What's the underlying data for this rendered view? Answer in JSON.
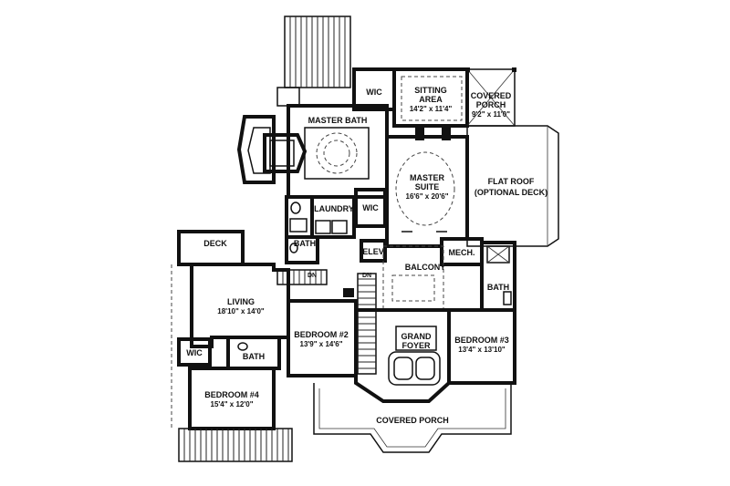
{
  "rooms": {
    "master_bath": {
      "name": "MASTER BATH"
    },
    "wic_top": {
      "name": "WIC"
    },
    "sitting": {
      "name1": "SITTING",
      "name2": "AREA",
      "dim": "14'2\" x 11'4\""
    },
    "covered_porch_top": {
      "name1": "COVERED",
      "name2": "PORCH",
      "dim": "9'2\" x 11'0\""
    },
    "flat_roof": {
      "name1": "FLAT ROOF",
      "name2": "(OPTIONAL DECK)"
    },
    "master_suite": {
      "name1": "MASTER",
      "name2": "SUITE",
      "dim": "16'6\" x 20'6\""
    },
    "wic_mid": {
      "name": "WIC"
    },
    "laundry": {
      "name": "LAUNDRY"
    },
    "bath_mid": {
      "name": "BATH"
    },
    "elev": {
      "name": "ELEV"
    },
    "mech": {
      "name": "MECH."
    },
    "balcony": {
      "name": "BALCONY"
    },
    "bath_right": {
      "name": "BATH"
    },
    "deck": {
      "name": "DECK"
    },
    "living": {
      "name": "LIVING",
      "dim": "18'10\" x 14'0\""
    },
    "bedroom2": {
      "name": "BEDROOM #2",
      "dim": "13'9\" x 14'6\""
    },
    "grand_foyer": {
      "name1": "GRAND",
      "name2": "FOYER"
    },
    "bedroom3": {
      "name": "BEDROOM #3",
      "dim": "13'4\" x 13'10\""
    },
    "wic_left": {
      "name": "WIC"
    },
    "bath_left": {
      "name": "BATH"
    },
    "bedroom4": {
      "name": "BEDROOM #4",
      "dim": "15'4\" x 12'0\""
    },
    "covered_porch_bottom": {
      "name": "COVERED PORCH"
    }
  },
  "stairs": {
    "dn_left": "DN",
    "dn_right": "DN"
  }
}
